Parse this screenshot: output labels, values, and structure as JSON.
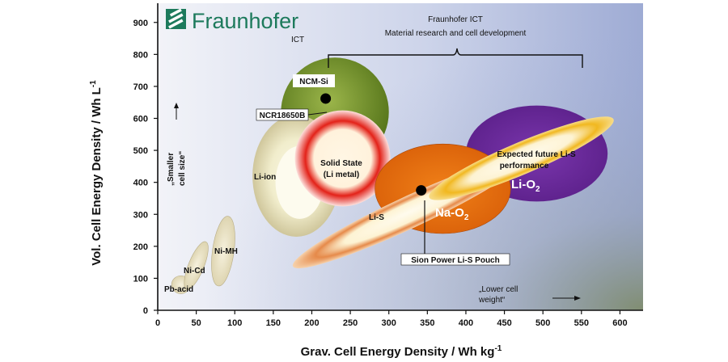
{
  "chart_data": {
    "type": "scatter",
    "title": "",
    "xlabel": "Grav. Cell Energy Density / Wh kg",
    "xlabel_sup": "-1",
    "ylabel": "Vol. Cell Energy Density / Wh L",
    "ylabel_sup": "-1",
    "xlim": [
      0,
      630
    ],
    "ylim": [
      0,
      960
    ],
    "xticks": [
      0,
      50,
      100,
      150,
      200,
      250,
      300,
      350,
      400,
      450,
      500,
      550,
      600
    ],
    "yticks": [
      0,
      100,
      200,
      300,
      400,
      500,
      600,
      700,
      800,
      900
    ],
    "grid": false,
    "regions": [
      {
        "name": "ICT",
        "cx": 230,
        "cy": 620,
        "rx": 70,
        "ry": 170,
        "angle": 0,
        "color": "#5a7a1c"
      },
      {
        "name": "Pb-acid",
        "cx": 30,
        "cy": 80,
        "rx": 12,
        "ry": 28,
        "angle": 0,
        "color": "#e6dcbb"
      },
      {
        "name": "Ni-Cd",
        "cx": 50,
        "cy": 140,
        "rx": 10,
        "ry": 80,
        "angle": 0,
        "color": "#e6dcbb"
      },
      {
        "name": "Ni-MH",
        "cx": 85,
        "cy": 185,
        "rx": 14,
        "ry": 110,
        "angle": 0,
        "color": "#e6dcbb"
      },
      {
        "name": "Li-ion",
        "cx": 180,
        "cy": 420,
        "rx": 57,
        "ry": 190,
        "angle": 0,
        "color": "#f1eed3"
      },
      {
        "name": "Solid State\n(Li metal)",
        "cx": 240,
        "cy": 475,
        "rx": 62,
        "ry": 150,
        "angle": 0,
        "color": "#f3d2d2"
      },
      {
        "name": "Li-O2",
        "cx": 492,
        "cy": 490,
        "rx": 92,
        "ry": 150,
        "angle": 0,
        "color": "#6e2f9d"
      },
      {
        "name": "Na-O2",
        "cx": 370,
        "cy": 380,
        "rx": 88,
        "ry": 140,
        "angle": 0,
        "color": "#e8700e"
      },
      {
        "name": "Li-S",
        "cx": 325,
        "cy": 305,
        "rx": 165,
        "ry": 50,
        "angle": 0,
        "color": "#fbf4d6"
      },
      {
        "name": "Expected future Li-S performance",
        "cx": 472,
        "cy": 475,
        "rx": 130,
        "ry": 50,
        "angle": 0,
        "color": "#fbf4d6"
      }
    ],
    "points": [
      {
        "name": "NCR18650B",
        "x": 218,
        "y": 662
      },
      {
        "name": "Sion Power Li-S Pouch",
        "x": 342,
        "y": 375
      }
    ],
    "region_labels": {
      "ict": "ICT",
      "ncm_si": "NCM-Si",
      "ncr": "NCR18650B",
      "li_ion": "Li-ion",
      "solid_1": "Solid State",
      "solid_2": "(Li metal)",
      "future_1": "Expected future Li-S",
      "future_2": "performance",
      "li_o2": "Li-O",
      "li_o2_sub": "2",
      "na_o2": "Na-O",
      "na_o2_sub": "2",
      "li_s": "Li-S",
      "sion": "Sion Power Li-S Pouch",
      "ni_mh": "Ni-MH",
      "ni_cd": "Ni-Cd",
      "pb_acid": "Pb-acid"
    },
    "annotations": {
      "bracket_1": "Fraunhofer ICT",
      "bracket_2": "Material research and  cell development",
      "smaller_1": "„Smaller",
      "smaller_2": "cell size“",
      "lower_1": "„Lower cell",
      "lower_2": "weight“"
    }
  },
  "logo": {
    "text": "Fraunhofer",
    "color": "#1d7a5c"
  },
  "colors": {
    "background_left": "#f3f3f8",
    "background_right": "#9aa9d2",
    "background_corner": "#7e8f6e"
  }
}
